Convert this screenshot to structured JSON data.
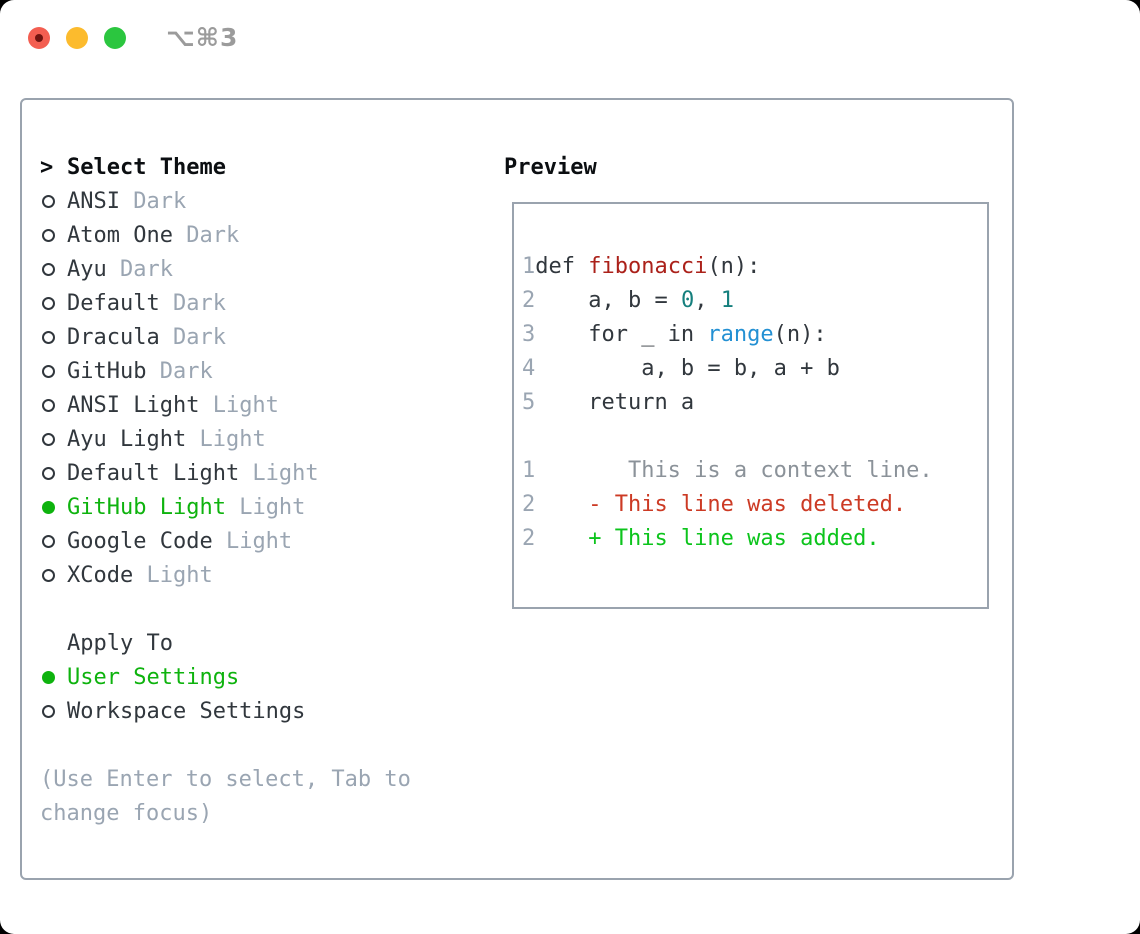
{
  "window": {
    "title": "⌥⌘3"
  },
  "colors": {
    "accent_green": "#0eb30e",
    "added_green": "#0cc41c",
    "deleted_red": "#cc3a24",
    "func_red": "#ab211a",
    "value_teal": "#157f7d",
    "call_blue": "#2390d3",
    "text_dark": "#31373d",
    "heading_dark": "#0b0e11",
    "muted": "#9aa5b2",
    "context_gray": "#8b9299",
    "border_gray": "#9aa3ae",
    "title_gray": "#9b9b9b",
    "light_red": "#f35e51",
    "light_red_dot": "#701410",
    "light_yellow": "#fcbb2d",
    "light_green": "#2bc63f"
  },
  "theme_list": {
    "prompt": ">",
    "header": "Select Theme",
    "items": [
      {
        "name": "ANSI",
        "variant": "Dark",
        "selected": false
      },
      {
        "name": "Atom One",
        "variant": "Dark",
        "selected": false
      },
      {
        "name": "Ayu",
        "variant": "Dark",
        "selected": false
      },
      {
        "name": "Default",
        "variant": "Dark",
        "selected": false
      },
      {
        "name": "Dracula",
        "variant": "Dark",
        "selected": false
      },
      {
        "name": "GitHub",
        "variant": "Dark",
        "selected": false
      },
      {
        "name": "ANSI Light",
        "variant": "Light",
        "selected": false
      },
      {
        "name": "Ayu Light",
        "variant": "Light",
        "selected": false
      },
      {
        "name": "Default Light",
        "variant": "Light",
        "selected": false
      },
      {
        "name": "GitHub Light",
        "variant": "Light",
        "selected": true
      },
      {
        "name": "Google Code",
        "variant": "Light",
        "selected": false
      },
      {
        "name": "XCode",
        "variant": "Light",
        "selected": false
      }
    ]
  },
  "apply_to": {
    "header": "Apply To",
    "options": [
      {
        "label": "User Settings",
        "selected": true
      },
      {
        "label": "Workspace Settings",
        "selected": false
      }
    ]
  },
  "hint_lines": [
    "(Use Enter to select, Tab to",
    "change focus)"
  ],
  "preview": {
    "header": "Preview",
    "lines": [
      {
        "num": "1",
        "segments": [
          {
            "t": "def ",
            "c": "code"
          },
          {
            "t": "fibonacci",
            "c": "func"
          },
          {
            "t": "(n):",
            "c": "code"
          }
        ]
      },
      {
        "num": "2",
        "segments": [
          {
            "t": "    a, b = ",
            "c": "code"
          },
          {
            "t": "0",
            "c": "val"
          },
          {
            "t": ", ",
            "c": "code"
          },
          {
            "t": "1",
            "c": "val"
          }
        ]
      },
      {
        "num": "3",
        "segments": [
          {
            "t": "    for _ in ",
            "c": "code"
          },
          {
            "t": "range",
            "c": "call"
          },
          {
            "t": "(n):",
            "c": "code"
          }
        ]
      },
      {
        "num": "4",
        "segments": [
          {
            "t": "        a, b = b, a + b",
            "c": "code"
          }
        ]
      },
      {
        "num": "5",
        "segments": [
          {
            "t": "    return a",
            "c": "code"
          }
        ]
      },
      {
        "num": "",
        "segments": []
      },
      {
        "num": "1",
        "segments": [
          {
            "t": "       This is a context line.",
            "c": "ctx"
          }
        ]
      },
      {
        "num": "2",
        "segments": [
          {
            "t": "    - This line was deleted.",
            "c": "del"
          }
        ]
      },
      {
        "num": "2",
        "segments": [
          {
            "t": "    + This line was added.",
            "c": "add"
          }
        ]
      }
    ]
  }
}
